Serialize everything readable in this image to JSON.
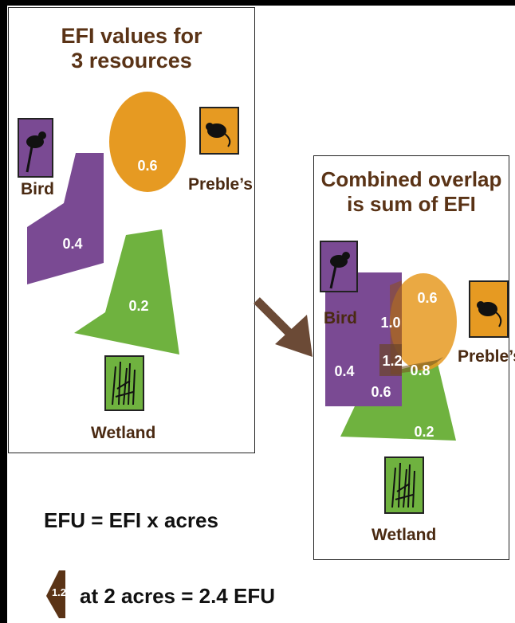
{
  "left_panel": {
    "title_line1": "EFI values for",
    "title_line2": "3 resources",
    "bird_label": "Bird",
    "prebles_label": "Preble’s",
    "wetland_label": "Wetland",
    "bird_value": "0.4",
    "prebles_value": "0.6",
    "wetland_value": "0.2"
  },
  "right_panel": {
    "title_line1": "Combined overlap",
    "title_line2": "is sum of EFI",
    "bird_label": "Bird",
    "prebles_label": "Preble’s",
    "wetland_label": "Wetland",
    "v_bird": "0.4",
    "v_prebles": "0.6",
    "v_wetland": "0.2",
    "v_bird_prebles": "1.0",
    "v_all": "1.2",
    "v_prebles_wetland": "0.8",
    "v_bird_wetland": "0.6"
  },
  "formula": {
    "line1": "EFU  = EFI x acres",
    "badge": "1.2",
    "line2": "at 2 acres = 2.4 EFU"
  },
  "colors": {
    "purple": "#7a4a93",
    "orange": "#e69a22",
    "green": "#6fb23f",
    "brown": "#5a3316"
  }
}
